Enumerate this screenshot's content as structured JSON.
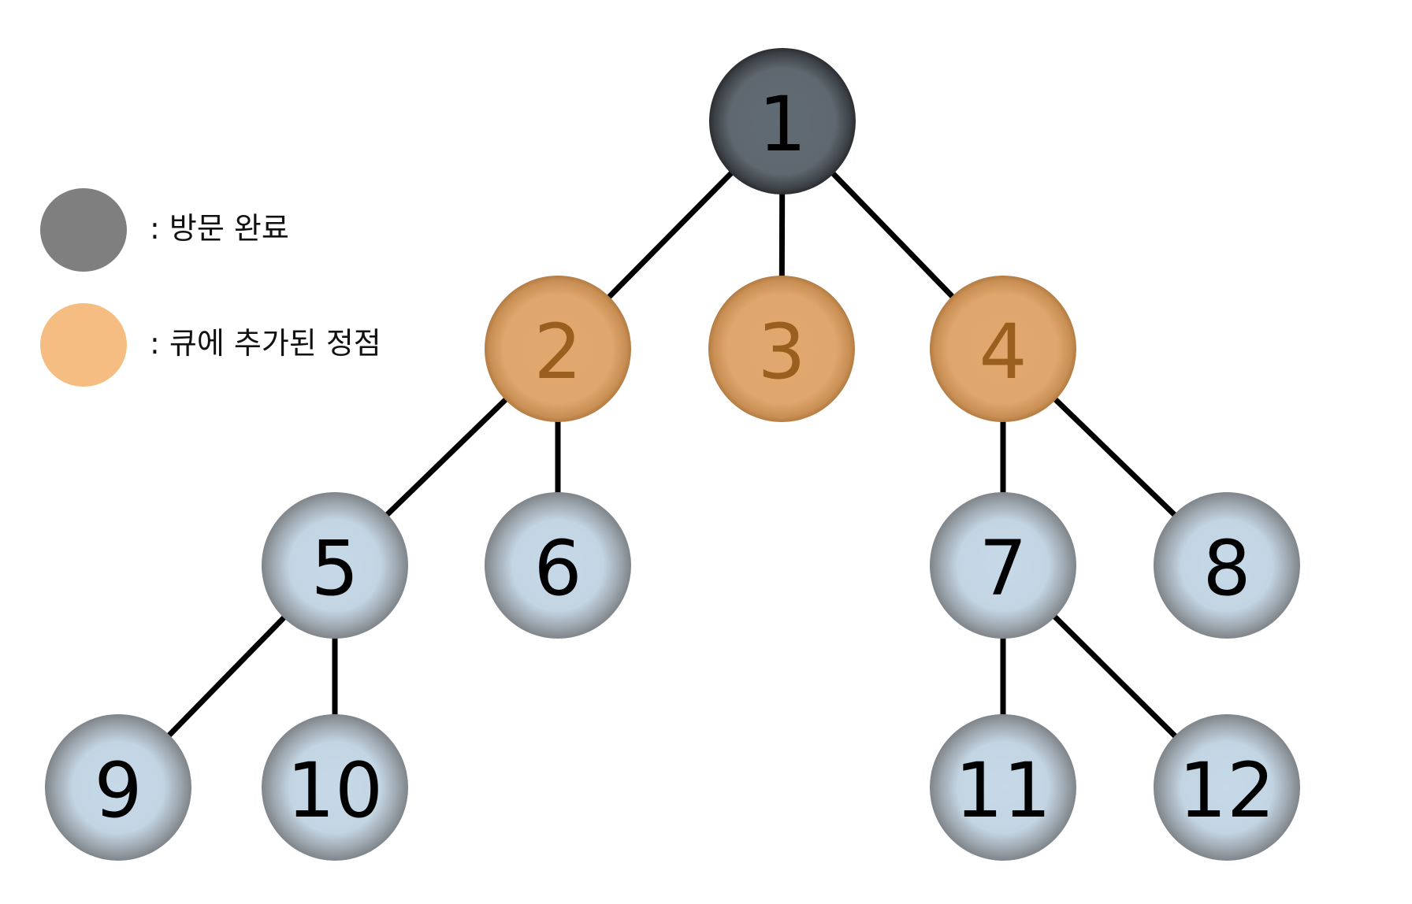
{
  "legend": {
    "visited": {
      "label": ":  방문 완료",
      "color": "#7f7f7f"
    },
    "queued": {
      "label": ":  큐에 추가된 정점",
      "color": "#f5bd81"
    }
  },
  "colors": {
    "visited_fill": "#616b73",
    "visited_text": "#000000",
    "queued_fill": "#e0a86e",
    "queued_text": "#9a5f1e",
    "unvisited_fill": "#c6d9e8",
    "unvisited_text": "#000000",
    "edge": "#000000"
  },
  "nodes": [
    {
      "id": "1",
      "label": "1",
      "state": "visited"
    },
    {
      "id": "2",
      "label": "2",
      "state": "queued"
    },
    {
      "id": "3",
      "label": "3",
      "state": "queued"
    },
    {
      "id": "4",
      "label": "4",
      "state": "queued"
    },
    {
      "id": "5",
      "label": "5",
      "state": "unvisited"
    },
    {
      "id": "6",
      "label": "6",
      "state": "unvisited"
    },
    {
      "id": "7",
      "label": "7",
      "state": "unvisited"
    },
    {
      "id": "8",
      "label": "8",
      "state": "unvisited"
    },
    {
      "id": "9",
      "label": "9",
      "state": "unvisited"
    },
    {
      "id": "10",
      "label": "10",
      "state": "unvisited"
    },
    {
      "id": "11",
      "label": "11",
      "state": "unvisited"
    },
    {
      "id": "12",
      "label": "12",
      "state": "unvisited"
    }
  ],
  "edges": [
    [
      "1",
      "2"
    ],
    [
      "1",
      "3"
    ],
    [
      "1",
      "4"
    ],
    [
      "2",
      "5"
    ],
    [
      "2",
      "6"
    ],
    [
      "4",
      "7"
    ],
    [
      "4",
      "8"
    ],
    [
      "5",
      "9"
    ],
    [
      "5",
      "10"
    ],
    [
      "7",
      "11"
    ],
    [
      "7",
      "12"
    ]
  ]
}
